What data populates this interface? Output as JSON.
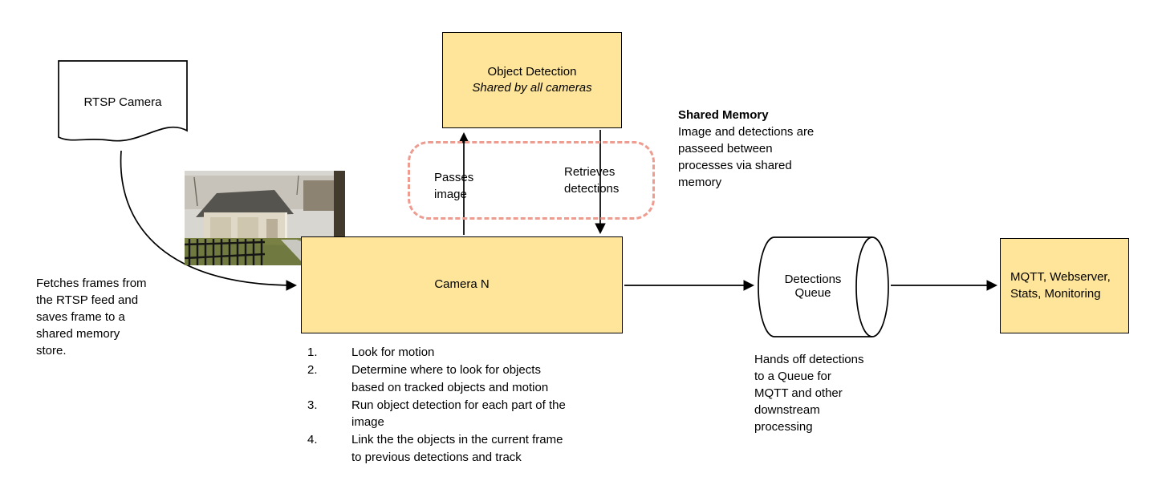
{
  "colors": {
    "box_yellow": "#ffe599",
    "box_border": "#000000",
    "dashed_red": "#ee9c90",
    "arrow": "#000000"
  },
  "nodes": {
    "rtsp_camera": {
      "label": "RTSP Camera"
    },
    "object_detection": {
      "title": "Object Detection",
      "subtitle": "Shared by all cameras"
    },
    "camera_n": {
      "label": "Camera N"
    },
    "detections_queue": {
      "label": "Detections\nQueue"
    },
    "outputs": {
      "label": "MQTT, Webserver,\nStats, Monitoring"
    }
  },
  "annotations": {
    "fetch_note": "Fetches frames from\nthe RTSP feed and\nsaves frame to a\nshared memory\nstore.",
    "shared_memory_title": "Shared Memory",
    "shared_memory_body": "Image and detections are\npasseed between\nprocesses via shared\nmemory",
    "passes_image": "Passes\nimage",
    "retrieves_detections": "Retrieves\ndetections",
    "queue_note": "Hands off detections\nto a Queue for\nMQTT and other\ndownstream\nprocessing"
  },
  "camera_steps": [
    {
      "num": "1.",
      "text": "Look for motion"
    },
    {
      "num": "2.",
      "text": "Determine where to look for objects\nbased on tracked objects and motion"
    },
    {
      "num": "3.",
      "text": "Run object detection for each part of the\nimage"
    },
    {
      "num": "4.",
      "text": "Link the the objects in the current frame\nto previous detections and track"
    }
  ],
  "icons": {
    "rtsp_shape": "document-shape",
    "queue_shape": "cylinder-shape",
    "snapshot": "camera-snapshot"
  }
}
